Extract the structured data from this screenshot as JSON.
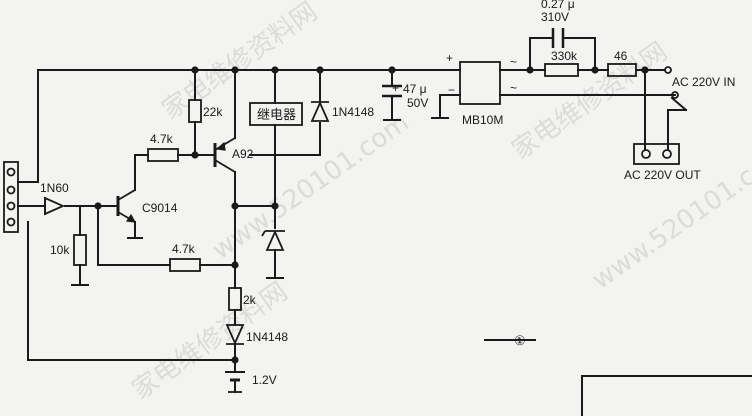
{
  "labels": {
    "r_22k": "22k",
    "r_4k7_top": "4.7k",
    "r_4k7_bottom": "4.7k",
    "r_10k": "10k",
    "r_2k": "2k",
    "r_330k": "330k",
    "r_46": "46",
    "q_a92": "A92",
    "q_c9014": "C9014",
    "d_1n60": "1N60",
    "d_1n4148_top": "1N4148",
    "d_1n4148_bottom": "1N4148",
    "relay": "继电器",
    "cap_47_value": "47 μ",
    "cap_47_voltage": "50V",
    "cap_027_value": "0.27 μ",
    "cap_027_voltage": "310V",
    "bridge": "MB10M",
    "bridge_plus": "+",
    "bridge_minus": "−",
    "bridge_ac": "~",
    "ac_in": "AC 220V IN",
    "ac_out": "AC 220V OUT",
    "battery": "1.2V",
    "cap_plus": "+",
    "mark_1": "①"
  },
  "watermark": {
    "text_1": "家电维修资料网",
    "text_2": "www.520101.com"
  }
}
